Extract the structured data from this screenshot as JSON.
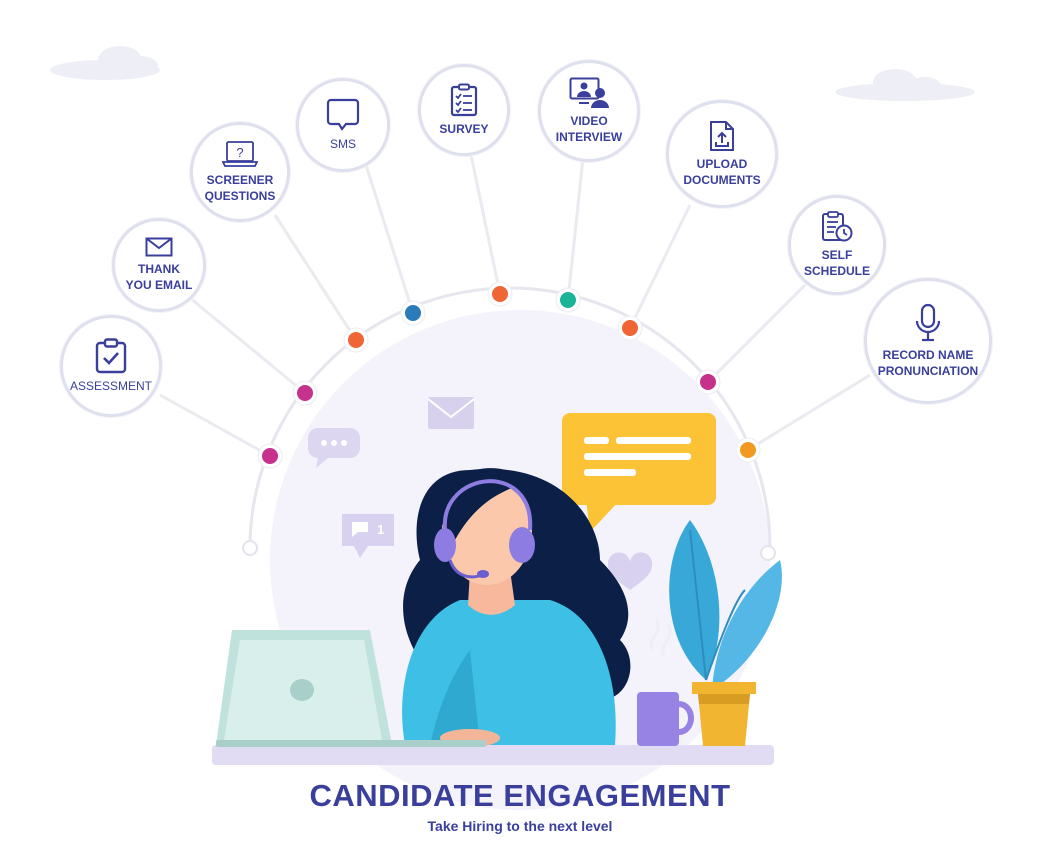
{
  "title": "CANDIDATE ENGAGEMENT",
  "subtitle": "Take Hiring to the next level",
  "colors": {
    "brand": "#3a3f9c",
    "magenta": "#c6318c",
    "orange": "#ef6536",
    "blue": "#2b7bb9",
    "teal": "#1bb39a",
    "amber": "#f29a1f"
  },
  "nodes": {
    "assessment": {
      "line1": "ASSESSMENT",
      "icon": "clipboard-check-icon"
    },
    "thank_you_email": {
      "line1": "THANK",
      "line2": "YOU EMAIL",
      "icon": "envelope-icon"
    },
    "screener_questions": {
      "line1": "SCREENER",
      "line2": "QUESTIONS",
      "icon": "laptop-question-icon"
    },
    "sms": {
      "line1": "SMS",
      "icon": "chat-bubble-icon"
    },
    "survey": {
      "line1": "SURVEY",
      "icon": "checklist-icon"
    },
    "video_interview": {
      "line1": "VIDEO",
      "line2": "INTERVIEW",
      "icon": "video-call-icon"
    },
    "upload_documents": {
      "line1": "UPLOAD",
      "line2": "DOCUMENTS",
      "icon": "file-upload-icon"
    },
    "self_schedule": {
      "line1": "SELF",
      "line2": "SCHEDULE",
      "icon": "clipboard-clock-icon"
    },
    "record_name_pronunciation": {
      "line1": "RECORD NAME",
      "line2": "PRONUNCIATION",
      "icon": "microphone-icon"
    }
  }
}
